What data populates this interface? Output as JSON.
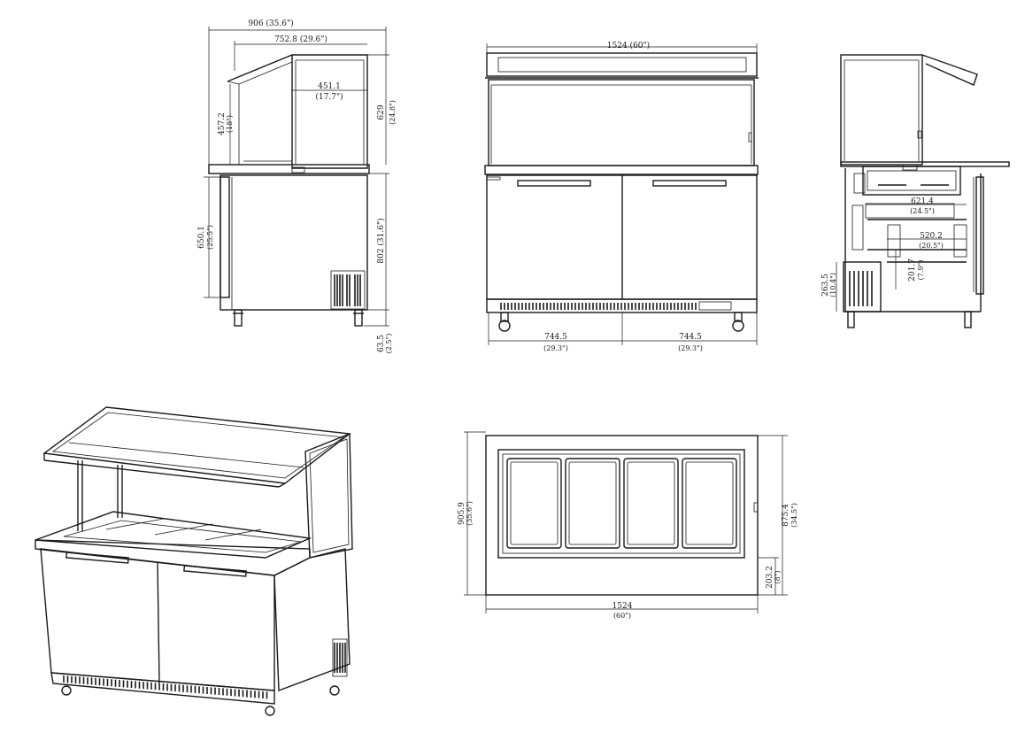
{
  "side_view": {
    "overall_depth": "906 (35.6\")",
    "canopy_depth": "752.8 (29.6\")",
    "glass_depth": "451.1",
    "glass_depth_in": "(17.7\")",
    "sneeze_height": "457.2",
    "sneeze_height_in": "(18\")",
    "canopy_height": "629",
    "canopy_height_in": "(24.8\")",
    "door_height": "650.1",
    "door_height_in": "(25.5\")",
    "body_height": "802 (31.6\")",
    "caster_height": "63.5",
    "caster_height_in": "(2.5\")"
  },
  "front_view": {
    "overall_width": "1524 (60\")",
    "left_door": "744.5",
    "left_door_in": "(29.3\")",
    "right_door": "744.5",
    "right_door_in": "(29.3\")"
  },
  "section_view": {
    "shelf_width": "621.4",
    "shelf_width_in": "(24.5\")",
    "inner_width": "520.2",
    "inner_width_in": "(20.5\")",
    "shelf_gap": "201.7",
    "shelf_gap_in": "(7.9\")",
    "compressor_height": "263.5",
    "compressor_height_in": "(10.4\")"
  },
  "top_view": {
    "width": "1524",
    "width_in": "(60\")",
    "depth": "905.9",
    "depth_in": "(35.6\")",
    "inner_depth": "875.4",
    "inner_depth_in": "(34.5\")",
    "edge": "203.2",
    "edge_in": "(8\")"
  }
}
